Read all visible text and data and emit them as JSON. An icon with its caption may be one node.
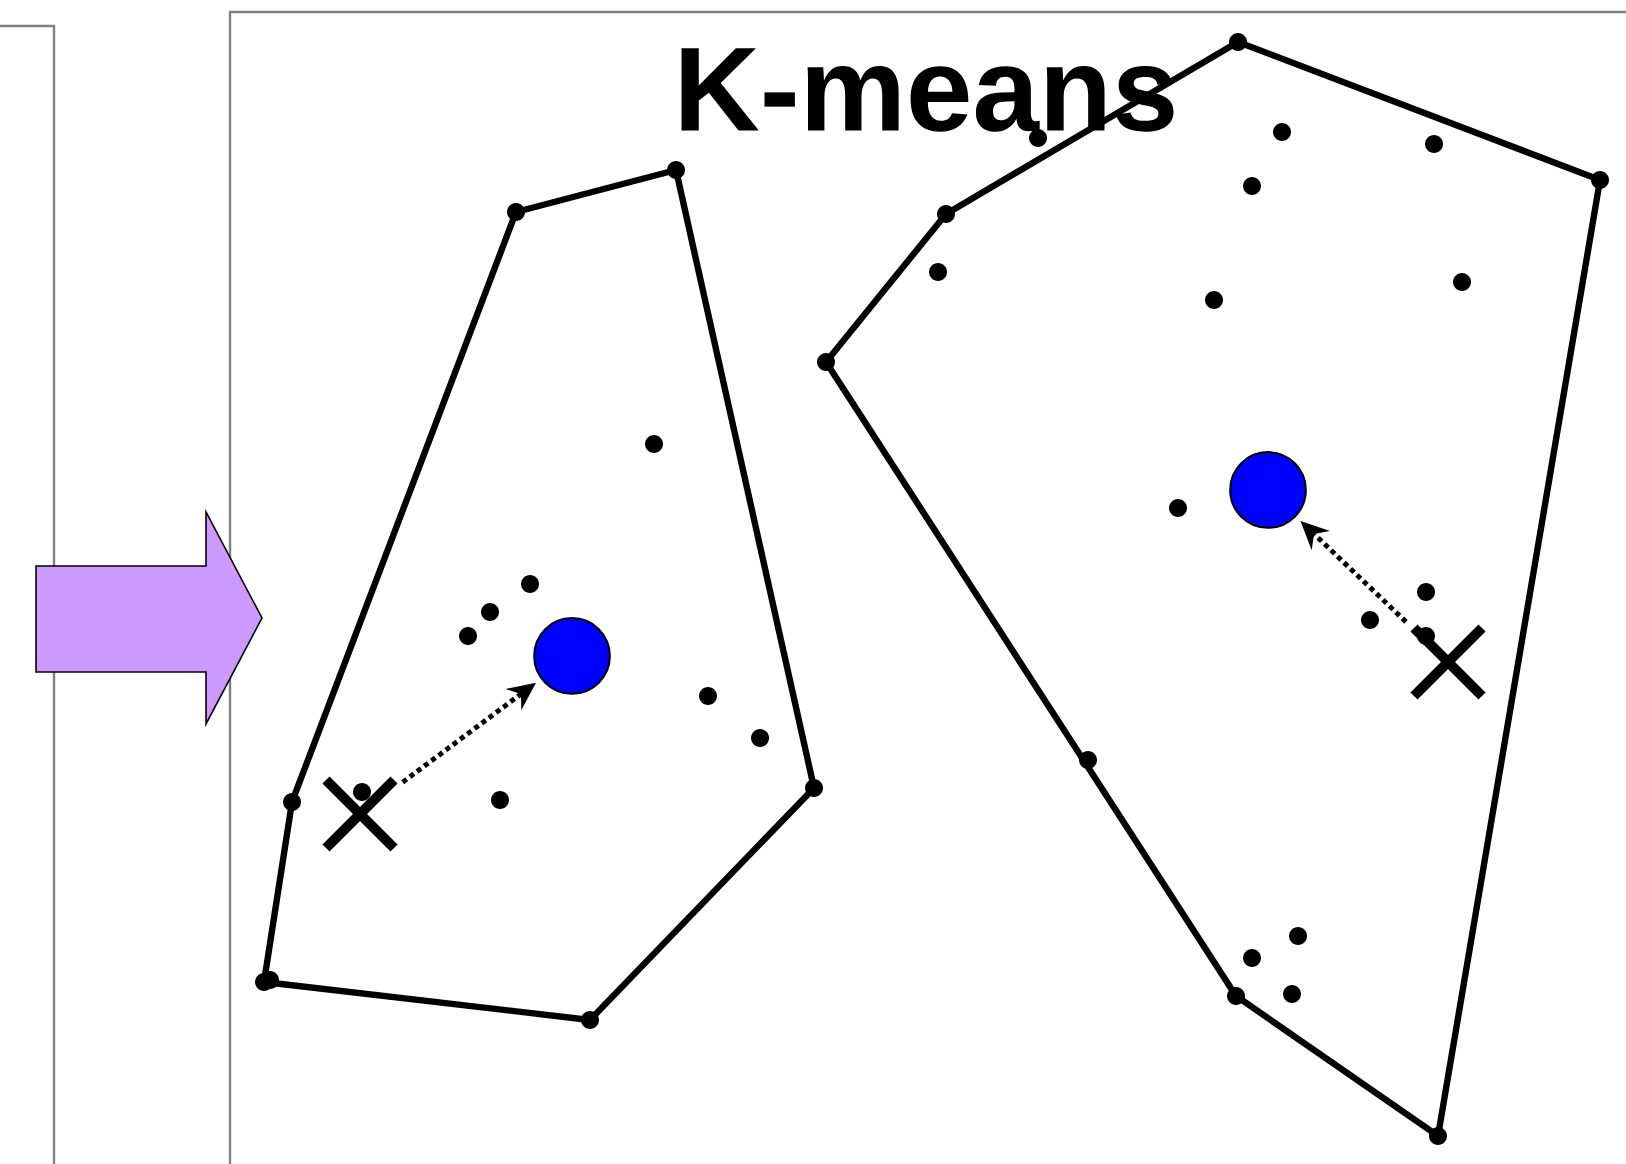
{
  "diagram": {
    "title": "K-means",
    "nodes": [
      {
        "text": [],
        "shape": "cross"
      },
      {
        "text": [],
        "shape": "circle"
      },
      {
        "text": [],
        "shape": "circle"
      },
      {
        "text": [],
        "shape": "cross"
      }
    ],
    "edges": [
      {
        "from": 0,
        "to": 1,
        "arrow": "to",
        "style": "dashed"
      },
      {
        "from": 3,
        "to": 2,
        "arrow": "to",
        "style": "dashed"
      }
    ]
  }
}
